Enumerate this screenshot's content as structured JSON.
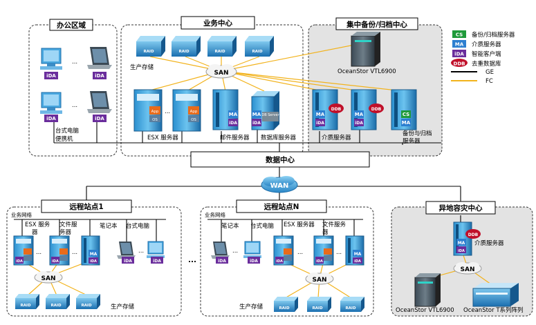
{
  "zones": {
    "office": {
      "title": "办公区域",
      "label1": "台式电脑",
      "label2": "便携机"
    },
    "business": {
      "title": "业务中心",
      "storage": "生产存储",
      "san": "SAN",
      "esx": "ESX 服务器",
      "mail": "邮件服务器",
      "db": "数据库服务器",
      "db_box": "DB Server"
    },
    "backup": {
      "title": "集中备份/归档中心",
      "vtl": "OceanStor VTL6900",
      "media": "介质服务器",
      "backup_server_1": "备份与归档",
      "backup_server_2": "服务器"
    },
    "datacenter": {
      "title": "数据中心",
      "wan": "WAN"
    },
    "site1": {
      "title": "远程站点1",
      "net": "业务网络",
      "esx": "ESX 服务",
      "esx2": "器",
      "file": "文件服",
      "file2": "务器",
      "laptop": "笔记本",
      "desktop": "台式电脑",
      "san": "SAN",
      "storage": "生产存储"
    },
    "siteN": {
      "title": "远程站点N",
      "net": "业务网络",
      "laptop": "笔记本",
      "desktop": "台式电脑",
      "esx": "ESX 服务器",
      "file": "文件服务",
      "file2": "器",
      "san": "SAN",
      "storage": "生产存储"
    },
    "dr": {
      "title": "异地容灾中心",
      "media": "介质服务器",
      "san": "SAN",
      "vtl": "OceanStor VTL6900",
      "tarray": "OceanStor T系列阵列"
    }
  },
  "legend": [
    {
      "badge": "CS",
      "text": "备份/归档服务器",
      "color": "#1f9a3a"
    },
    {
      "badge": "MA",
      "text": "介质服务器",
      "color": "#2d7fd0"
    },
    {
      "badge": "iDA",
      "text": "智能客户端",
      "color": "#6a2d9c"
    },
    {
      "badge": "DDB",
      "text": "去重数据库",
      "color": "#c0102a"
    }
  ],
  "legend_lines": [
    {
      "text": "GE",
      "color": "#000000"
    },
    {
      "text": "FC",
      "color": "#f2b21a"
    }
  ],
  "badges": {
    "ida": "iDA",
    "ma": "MA",
    "cs": "CS",
    "ddb": "DDB",
    "raid": "RAID",
    "app": "App",
    "os": "OS",
    "dots": "..."
  }
}
